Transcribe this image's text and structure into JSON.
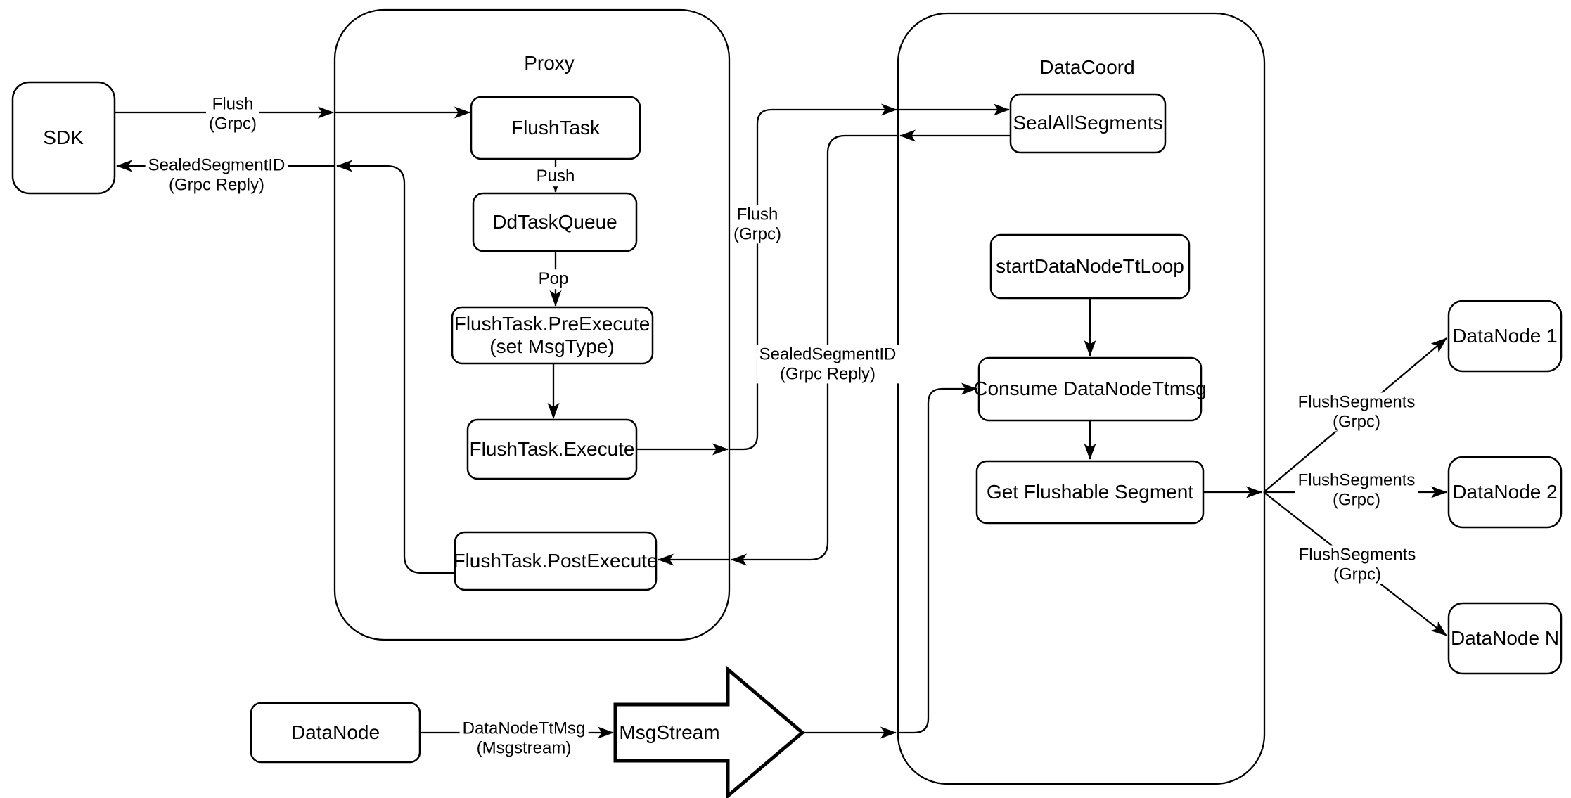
{
  "diagram": {
    "colors": {
      "stroke": "#000000",
      "fill": "#ffffff",
      "bg": "#ffffff"
    },
    "containers": {
      "proxy": {
        "title": "Proxy"
      },
      "datacoord": {
        "title": "DataCoord"
      }
    },
    "nodes": {
      "sdk": "SDK",
      "flushtask": "FlushTask",
      "ddtaskqueue": "DdTaskQueue",
      "preexecute": {
        "line1": "FlushTask.PreExecute",
        "line2": "(set MsgType)"
      },
      "execute": "FlushTask.Execute",
      "postexecute": "FlushTask.PostExecute",
      "sealallsegments": "SealAllSegments",
      "startdatanodettloop": "startDataNodeTtLoop",
      "consume_datanodettmsg": "Consume DataNodeTtmsg",
      "get_flushable_segment": "Get Flushable Segment",
      "datanode1": "DataNode 1",
      "datanode2": "DataNode 2",
      "datanoden": "DataNode N",
      "datanode": "DataNode",
      "msgstream": "MsgStream"
    },
    "edge_labels": {
      "flush_sdk": {
        "line1": "Flush",
        "line2": "(Grpc)"
      },
      "sealed_sdk": {
        "line1": "SealedSegmentID",
        "line2": "(Grpc Reply)"
      },
      "push": "Push",
      "pop": "Pop",
      "flush_mid": {
        "line1": "Flush",
        "line2": "(Grpc)"
      },
      "sealed_mid": {
        "line1": "SealedSegmentID",
        "line2": "(Grpc Reply)"
      },
      "datanodettmsg": {
        "line1": "DataNodeTtMsg",
        "line2": "(Msgstream)"
      },
      "flushsegments1": {
        "line1": "FlushSegments",
        "line2": "(Grpc)"
      },
      "flushsegments2": {
        "line1": "FlushSegments",
        "line2": "(Grpc)"
      },
      "flushsegments3": {
        "line1": "FlushSegments",
        "line2": "(Grpc)"
      }
    }
  }
}
